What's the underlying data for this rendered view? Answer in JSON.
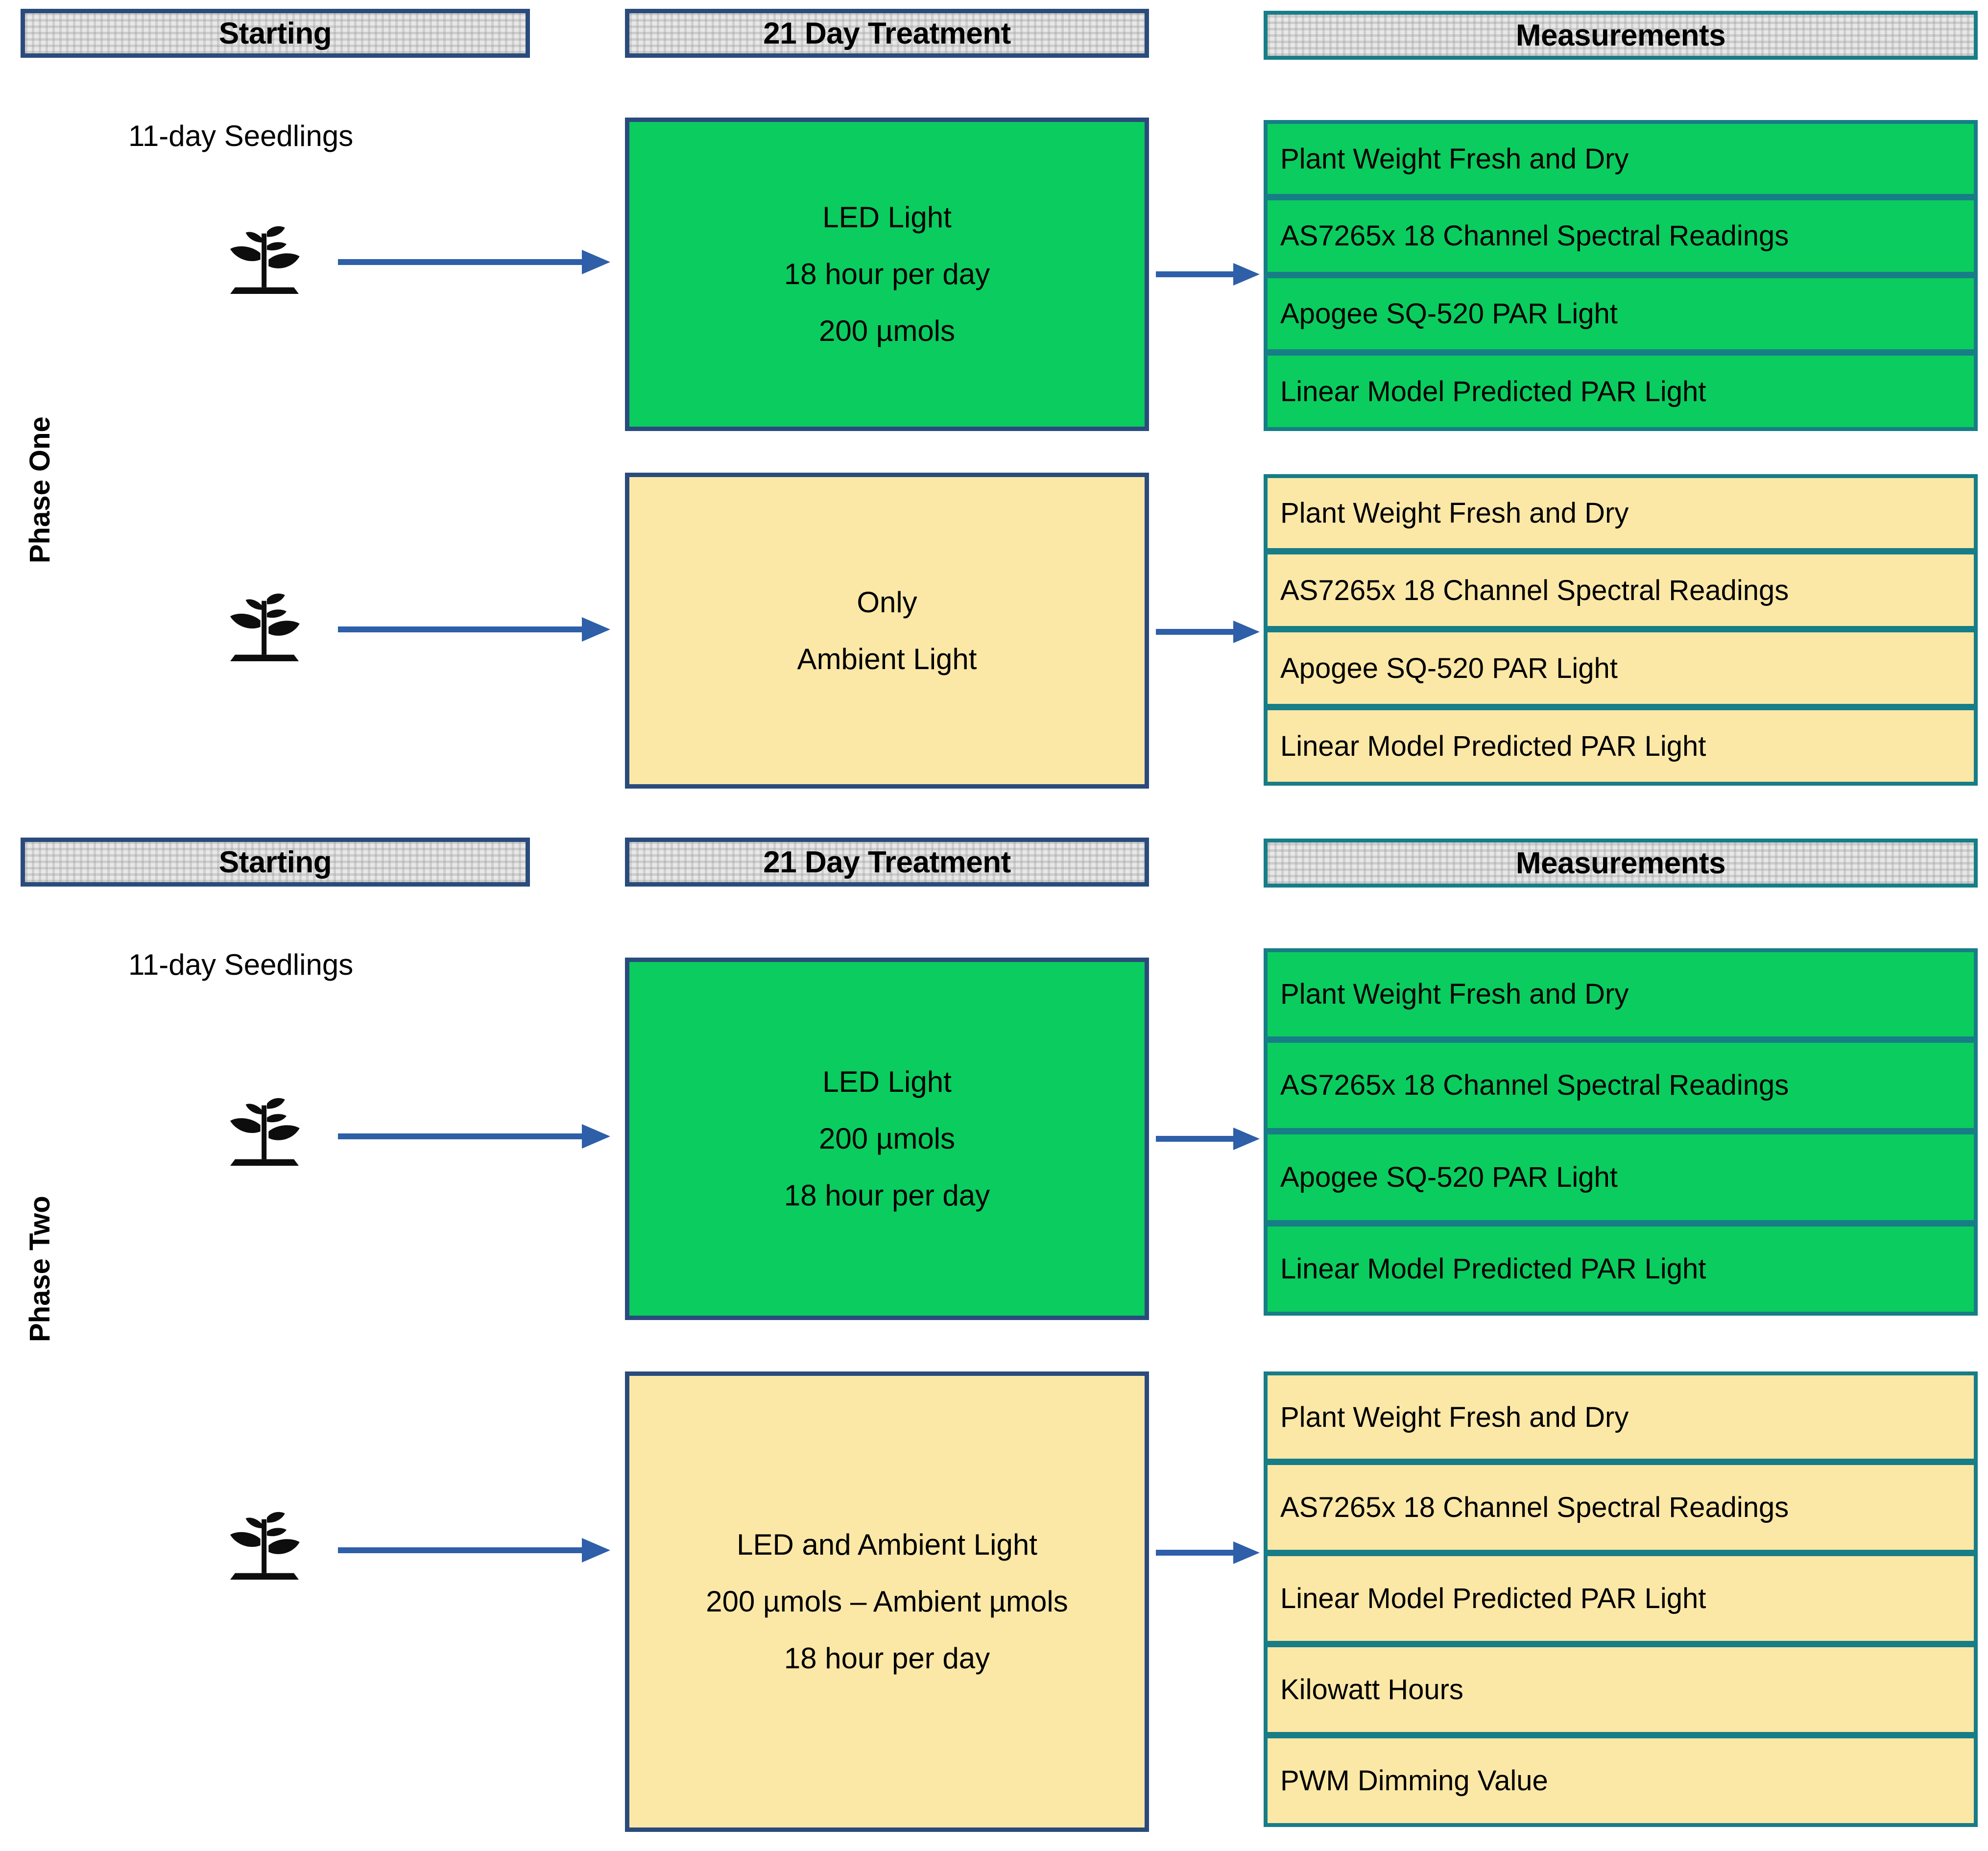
{
  "colors": {
    "green": "#0bcc5e",
    "yellow": "#fbe8a6",
    "header_gray": "#e8e8e8",
    "border_blue": "#2a4b7c",
    "border_teal": "#177d87",
    "arrow_blue": "#2e5fa8"
  },
  "icons": {
    "plant": "seedling-icon",
    "arrow": "arrow-right-icon"
  },
  "phases": [
    {
      "label": "Phase One",
      "headers": {
        "starting": "Starting",
        "treatment": "21 Day Treatment",
        "measurements": "Measurements"
      },
      "seedling_label": "11-day Seedlings",
      "tracks": [
        {
          "variant": "green",
          "treatment_lines": [
            "LED Light",
            "18 hour per day",
            "200 µmols"
          ],
          "measurements": [
            "Plant Weight Fresh and Dry",
            "AS7265x 18 Channel Spectral Readings",
            "Apogee  SQ-520 PAR Light",
            "Linear Model Predicted PAR Light"
          ]
        },
        {
          "variant": "yellow",
          "treatment_lines": [
            "Only",
            "Ambient Light"
          ],
          "measurements": [
            "Plant Weight Fresh and Dry",
            "AS7265x 18 Channel Spectral Readings",
            "Apogee  SQ-520 PAR Light",
            "Linear Model Predicted PAR Light"
          ]
        }
      ]
    },
    {
      "label": "Phase Two",
      "headers": {
        "starting": "Starting",
        "treatment": "21 Day Treatment",
        "measurements": "Measurements"
      },
      "seedling_label": "11-day Seedlings",
      "tracks": [
        {
          "variant": "green",
          "treatment_lines": [
            "LED Light",
            "200 µmols",
            "18 hour per day"
          ],
          "measurements": [
            "Plant Weight Fresh and Dry",
            "AS7265x 18 Channel Spectral Readings",
            "Apogee  SQ-520 PAR Light",
            "Linear Model Predicted PAR Light"
          ]
        },
        {
          "variant": "yellow",
          "treatment_lines": [
            "LED and Ambient Light",
            "200 µmols – Ambient µmols",
            "18 hour per day"
          ],
          "measurements": [
            "Plant Weight Fresh and Dry",
            "AS7265x 18 Channel Spectral Readings",
            "Linear Model Predicted PAR Light",
            "Kilowatt Hours",
            "PWM Dimming Value"
          ]
        }
      ]
    }
  ]
}
